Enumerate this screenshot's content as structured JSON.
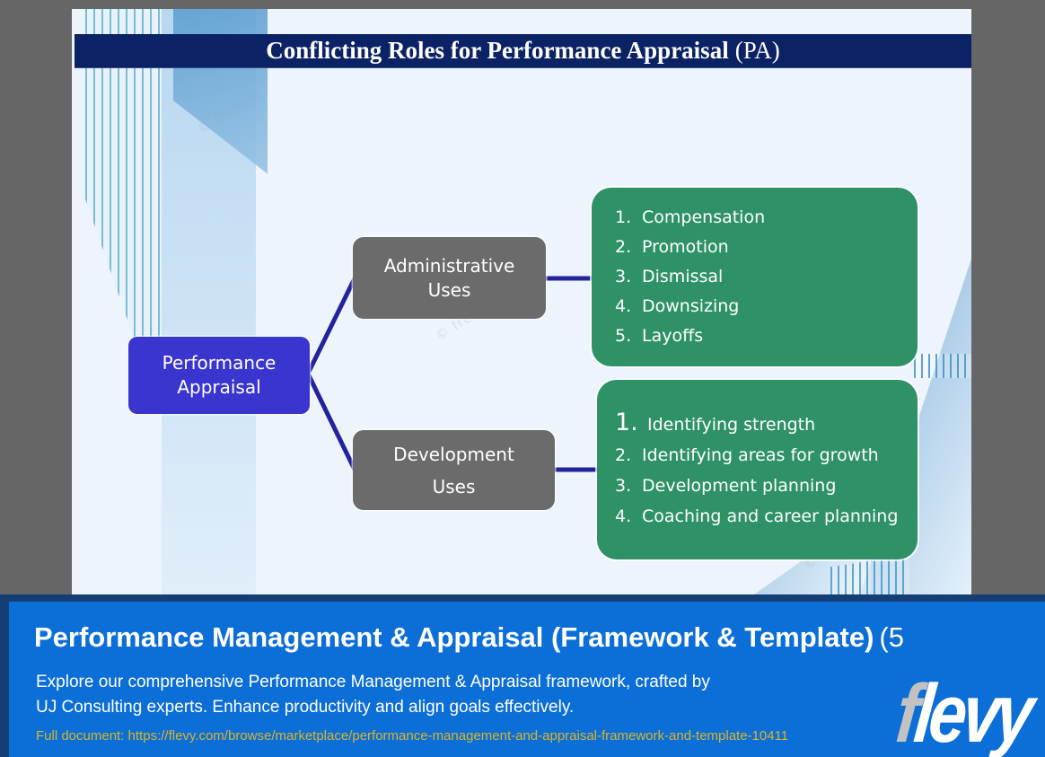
{
  "slide": {
    "title": "Conflicting Roles for Performance Appraisal",
    "title_suffix": "(PA)",
    "root_box": {
      "line1": "Performance",
      "line2": "Appraisal"
    },
    "branches": [
      {
        "label_line1": "Administrative",
        "label_line2": "Uses",
        "items": [
          {
            "num": "1.",
            "text": "Compensation"
          },
          {
            "num": "2.",
            "text": "Promotion"
          },
          {
            "num": "3.",
            "text": "Dismissal"
          },
          {
            "num": "4.",
            "text": "Downsizing"
          },
          {
            "num": "5.",
            "text": "Layoffs"
          }
        ]
      },
      {
        "label_line1": "Development",
        "label_line2": "Uses",
        "items": [
          {
            "num": "1.",
            "text": "Identifying strength",
            "large_num": true
          },
          {
            "num": "2.",
            "text": "Identifying areas for growth"
          },
          {
            "num": "3.",
            "text": "Development planning"
          },
          {
            "num": "4.",
            "text": "Coaching and career planning"
          }
        ]
      }
    ],
    "watermark": "© freepik"
  },
  "banner": {
    "title_main": "Performance Management & Appraisal (Framework & Template)",
    "title_suffix": "(5",
    "description_line1": "Explore our comprehensive Performance Management & Appraisal framework, crafted by",
    "description_line2": "UJ Consulting experts. Enhance productivity and align goals effectively.",
    "link_text": "Full document: https://flevy.com/browse/marketplace/performance-management-and-appraisal-framework-and-template-10411",
    "logo_part1": "f",
    "logo_part2": "levy"
  },
  "colors": {
    "surround_gray": "#666666",
    "slide_background": "#eef4fc",
    "title_bar_navy": "#0b2264",
    "root_box_blue": "#3a35ce",
    "branch_box_gray": "#6b6b6b",
    "list_box_green": "#2e9266",
    "connector_navy": "#23239b",
    "banner_outer_navy": "#153e74",
    "banner_blue": "#0c6ed7",
    "link_gold": "#d9b52c",
    "logo_f_gray": "#c2c2c2"
  }
}
